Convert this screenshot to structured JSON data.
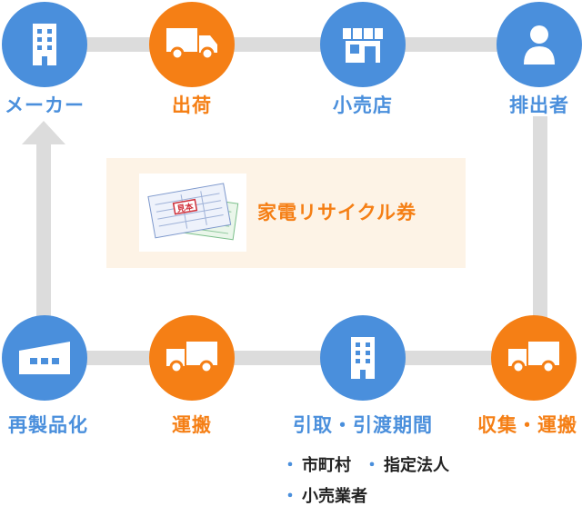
{
  "top_row": [
    {
      "label": "メーカー",
      "icon": "building-icon",
      "color": "blue"
    },
    {
      "label": "出荷",
      "icon": "truck-icon",
      "color": "orange"
    },
    {
      "label": "小売店",
      "icon": "store-icon",
      "color": "blue"
    },
    {
      "label": "排出者",
      "icon": "person-icon",
      "color": "blue"
    }
  ],
  "bottom_row": [
    {
      "label": "再製品化",
      "icon": "factory-icon",
      "color": "blue"
    },
    {
      "label": "運搬",
      "icon": "truck-icon",
      "color": "orange"
    },
    {
      "label": "引取・引渡期間",
      "icon": "building-icon",
      "color": "blue"
    },
    {
      "label": "収集・運搬",
      "icon": "truck-icon",
      "color": "orange"
    }
  ],
  "ticket": {
    "label": "家電リサイクル券",
    "stamp": "見本"
  },
  "bullets": {
    "marker": "・",
    "rows": [
      [
        "市町村",
        "指定法人"
      ],
      [
        "小売業者"
      ]
    ]
  },
  "colors": {
    "blue": "#4a8fdc",
    "orange": "#f57f15",
    "connector": "#dcdcdc",
    "ticket_bg": "#fdf3e6"
  }
}
